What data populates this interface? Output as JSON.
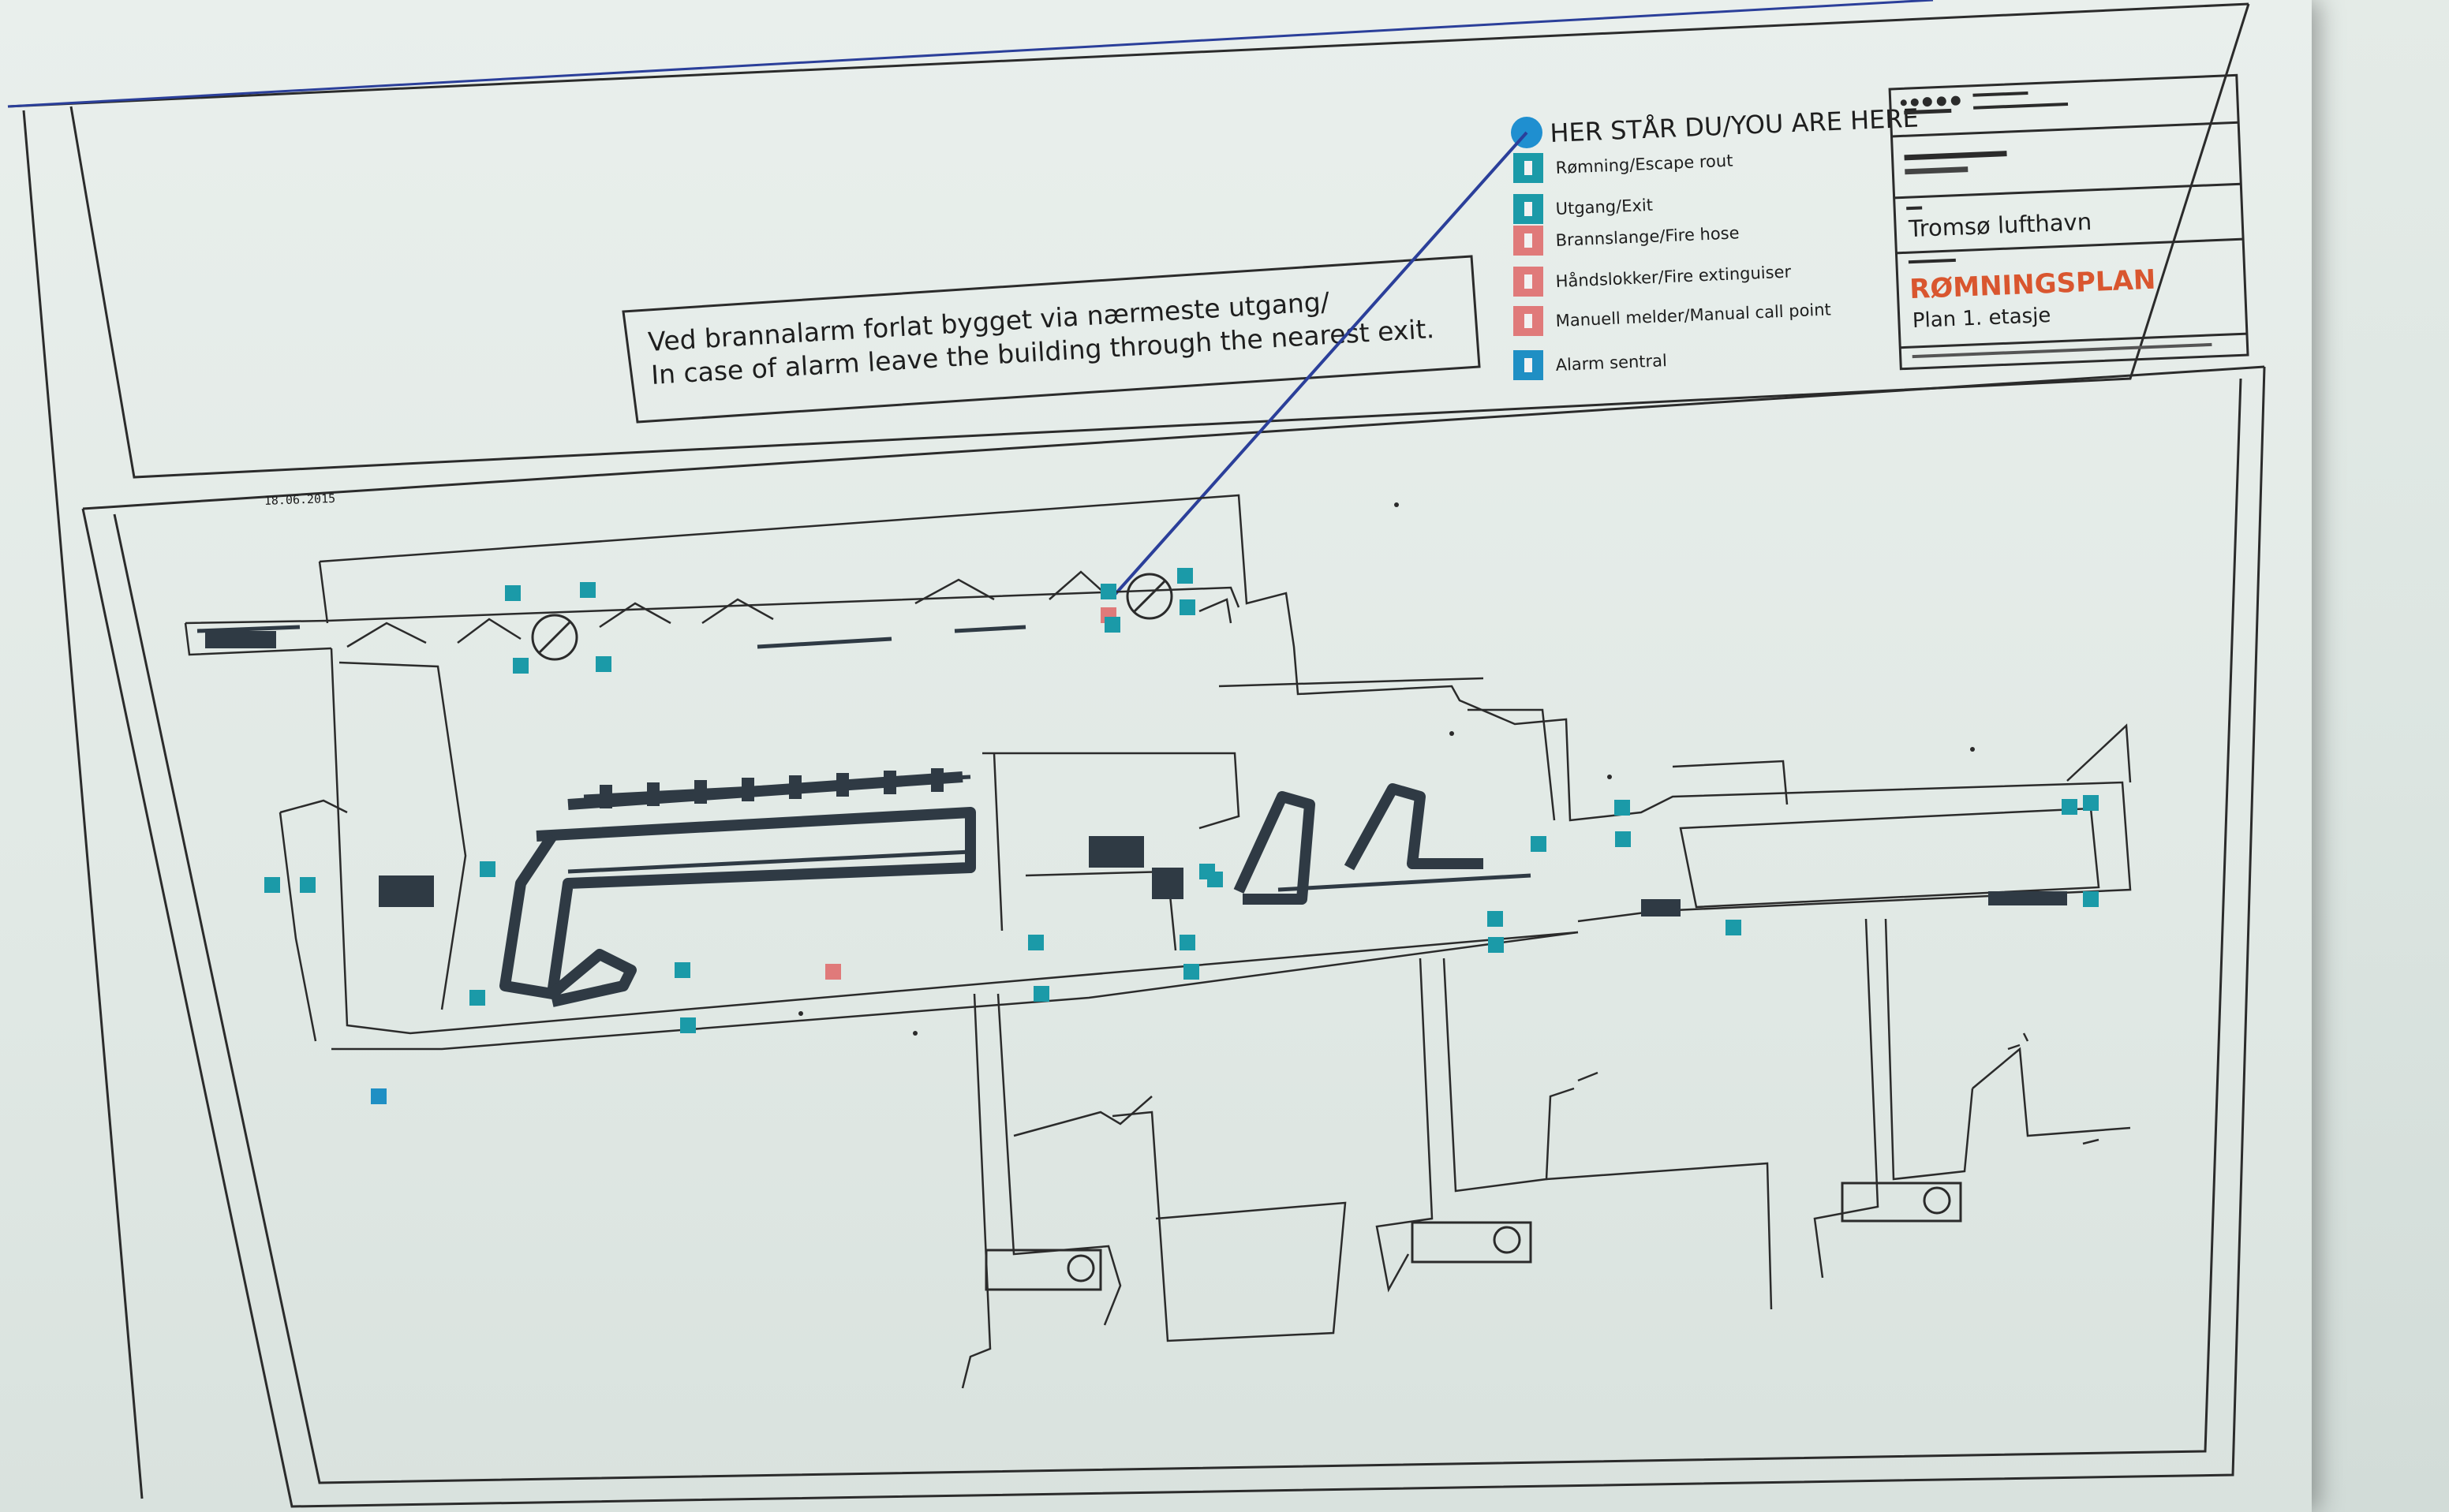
{
  "notice": {
    "line1": "Ved brannalarm forlat bygget via nærmeste utgang/",
    "line2": "In case of alarm leave the building through the nearest exit."
  },
  "legend": {
    "you_are_here": "HER STÅR DU/YOU ARE HERE",
    "items": [
      {
        "label": "Rømning/Escape rout",
        "color": "#1b9aa8",
        "icon": "arrow-left-icon"
      },
      {
        "label": "Utgang/Exit",
        "color": "#1b9aa8",
        "icon": "exit-door-icon"
      },
      {
        "label": "Brannslange/Fire hose",
        "color": "#e07a7a",
        "icon": "fire-hose-icon"
      },
      {
        "label": "Håndslokker/Fire extinguiser",
        "color": "#e07a7a",
        "icon": "extinguisher-icon"
      },
      {
        "label": "Manuell melder/Manual call point",
        "color": "#e07a7a",
        "icon": "call-point-icon"
      },
      {
        "label": "Alarm sentral",
        "color": "#1f8fc4",
        "icon": "alarm-panel-icon"
      }
    ]
  },
  "title_block": {
    "place": "Tromsø lufthavn",
    "title": "RØMNINGSPLAN",
    "subtitle": "Plan 1. etasje"
  },
  "drawing_ref": "18.06.2015",
  "colors": {
    "line": "#2b2b2b",
    "blue_line": "#2b3f9a",
    "teal": "#1b9aa8",
    "red": "#e07a7a",
    "title_red": "#d9562f",
    "dark": "#2f3a44"
  }
}
